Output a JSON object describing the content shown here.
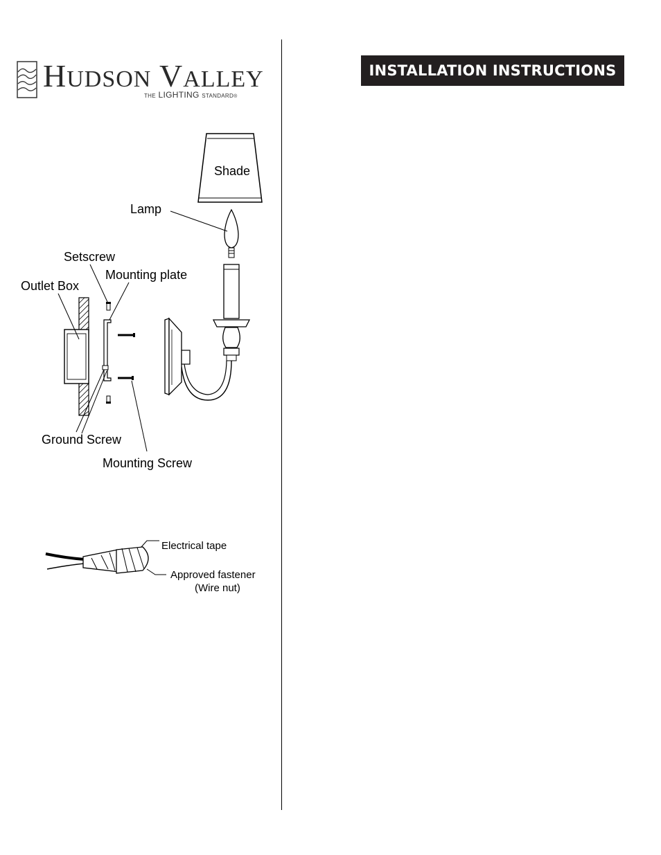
{
  "brand": {
    "name_cap1": "H",
    "name_rest1": "UDSON",
    "name_cap2": "V",
    "name_rest2": "ALLEY",
    "tagline_the": "THE",
    "tagline_lighting": "LIGHTING",
    "tagline_standard": "STANDARD",
    "tagline_mark": "®"
  },
  "header": {
    "title": "INSTALLATION INSTRUCTIONS"
  },
  "diagram": {
    "shade_label": "Shade",
    "lamp_label": "Lamp",
    "setscrew_label": "Setscrew",
    "mounting_plate_label": "Mounting plate",
    "outlet_box_label": "Outlet Box",
    "ground_screw_label": "Ground Screw",
    "mounting_screw_label": "Mounting Screw"
  },
  "wire_diagram": {
    "tape_label": "Electrical tape",
    "fastener_label": "Approved fastener",
    "fastener_sub_label": "(Wire nut)"
  }
}
